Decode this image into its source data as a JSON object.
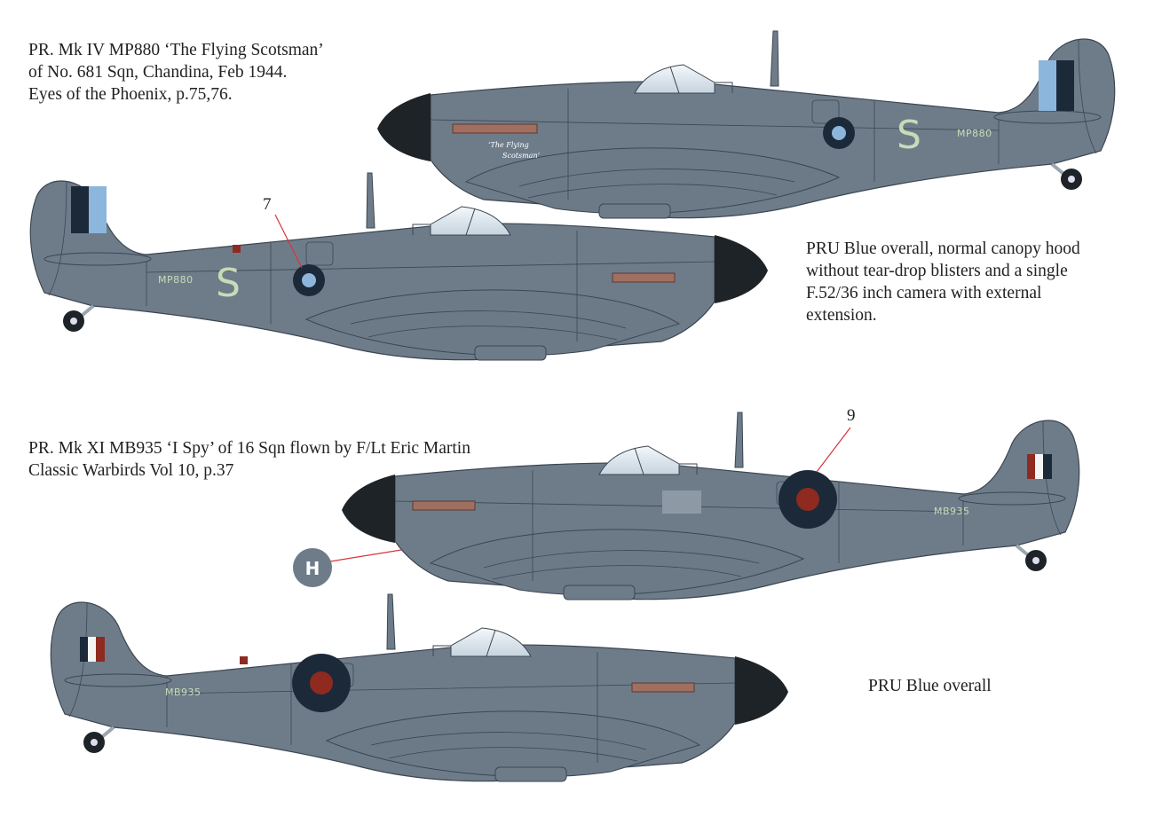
{
  "profile1": {
    "caption": [
      "PR. Mk IV MP880 ‘The Flying Scotsman’",
      "of No. 681 Sqn, Chandina, Feb 1944.",
      "Eyes of the Phoenix, p.75,76."
    ],
    "code_letter": "S",
    "serial": "MP880",
    "nose_art": [
      "‘The Flying",
      "Scotsman’"
    ],
    "callout_number": "7",
    "notes": [
      "PRU Blue overall, normal canopy hood",
      "without tear-drop blisters and a single",
      "F.52/36 inch camera with external",
      "extension."
    ]
  },
  "profile2": {
    "caption": [
      "PR. Mk XI MB935 ‘I Spy’ of 16 Sqn flown by F/Lt Eric Martin",
      "Classic Warbirds Vol 10, p.37"
    ],
    "serial": "MB935",
    "callout_number": "9",
    "callout_letter": "H",
    "notes": "PRU Blue overall"
  },
  "colors": {
    "pru_blue": "#6e7c8a",
    "roundel_dark": "#1c2938",
    "roundel_red": "#8e2a1f",
    "sky_blue": "#8db6dd",
    "code_green": "#c9dbb6",
    "callout_red": "#d8333a"
  }
}
